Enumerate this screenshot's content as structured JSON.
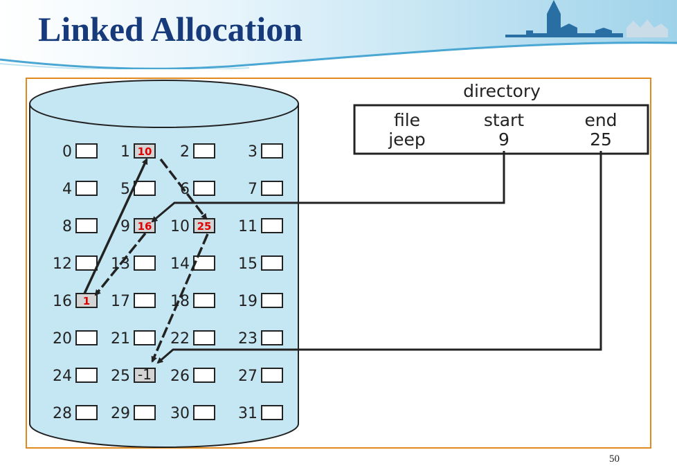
{
  "slide": {
    "title": "Linked Allocation",
    "page_number": "50"
  },
  "directory": {
    "title": "directory",
    "headers": [
      "file",
      "start",
      "end"
    ],
    "row": [
      "jeep",
      "9",
      "25"
    ]
  },
  "blocks": [
    {
      "num": "0",
      "ptr": ""
    },
    {
      "num": "1",
      "ptr": "10"
    },
    {
      "num": "2",
      "ptr": ""
    },
    {
      "num": "3",
      "ptr": ""
    },
    {
      "num": "4",
      "ptr": ""
    },
    {
      "num": "5",
      "ptr": ""
    },
    {
      "num": "6",
      "ptr": ""
    },
    {
      "num": "7",
      "ptr": ""
    },
    {
      "num": "8",
      "ptr": ""
    },
    {
      "num": "9",
      "ptr": "16"
    },
    {
      "num": "10",
      "ptr": "25"
    },
    {
      "num": "11",
      "ptr": ""
    },
    {
      "num": "12",
      "ptr": ""
    },
    {
      "num": "13",
      "ptr": ""
    },
    {
      "num": "14",
      "ptr": ""
    },
    {
      "num": "15",
      "ptr": ""
    },
    {
      "num": "16",
      "ptr": "1"
    },
    {
      "num": "17",
      "ptr": ""
    },
    {
      "num": "18",
      "ptr": ""
    },
    {
      "num": "19",
      "ptr": ""
    },
    {
      "num": "20",
      "ptr": ""
    },
    {
      "num": "21",
      "ptr": ""
    },
    {
      "num": "22",
      "ptr": ""
    },
    {
      "num": "23",
      "ptr": ""
    },
    {
      "num": "24",
      "ptr": ""
    },
    {
      "num": "25",
      "ptr": "-1"
    },
    {
      "num": "26",
      "ptr": ""
    },
    {
      "num": "27",
      "ptr": ""
    },
    {
      "num": "28",
      "ptr": ""
    },
    {
      "num": "29",
      "ptr": ""
    },
    {
      "num": "30",
      "ptr": ""
    },
    {
      "num": "31",
      "ptr": ""
    }
  ],
  "colors": {
    "title": "#173a7a",
    "disk_fill": "#c5e6f3",
    "frame_border": "#e08a1e",
    "pointer_red": "#e00000"
  }
}
